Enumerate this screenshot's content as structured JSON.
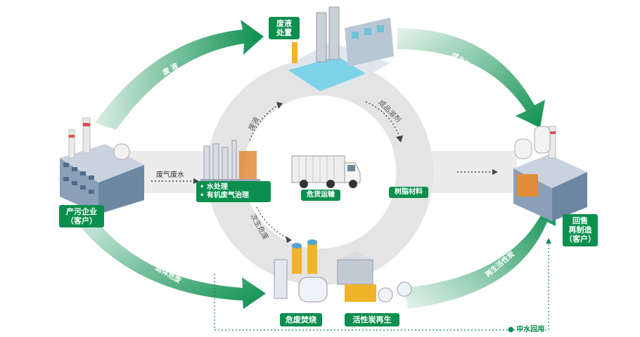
{
  "nodes": {
    "waste_liquid_treatment": "废液\n处置",
    "polluting_enterprise": "产污企业\n（客户）",
    "buyback": "回售\n再制造\n（客户）",
    "hazardous_transport": "危货运输",
    "resin_material": "树脂材料",
    "hazwaste_incineration": "危废焚烧",
    "carbon_regeneration": "活性炭再生",
    "water_treatment": "• 水处理",
    "organic_gas_treatment": "• 有机废气治理"
  },
  "arrows": {
    "waste_liquid": "废 液",
    "finished_solvent": "成品溶剂",
    "solid_waste": "固体危废",
    "regenerated_carbon": "再生活性炭",
    "gas_water": "废气废水",
    "inner_waste_liquid": "废液",
    "inner_finished_solvent": "成品溶剂",
    "inner_secondary_waste": "次生危废",
    "reclaimed_water": "● 中水回用"
  },
  "colors": {
    "accent": "#0b8f4e",
    "ring": "#e6e6e6",
    "band": "#ececec"
  }
}
